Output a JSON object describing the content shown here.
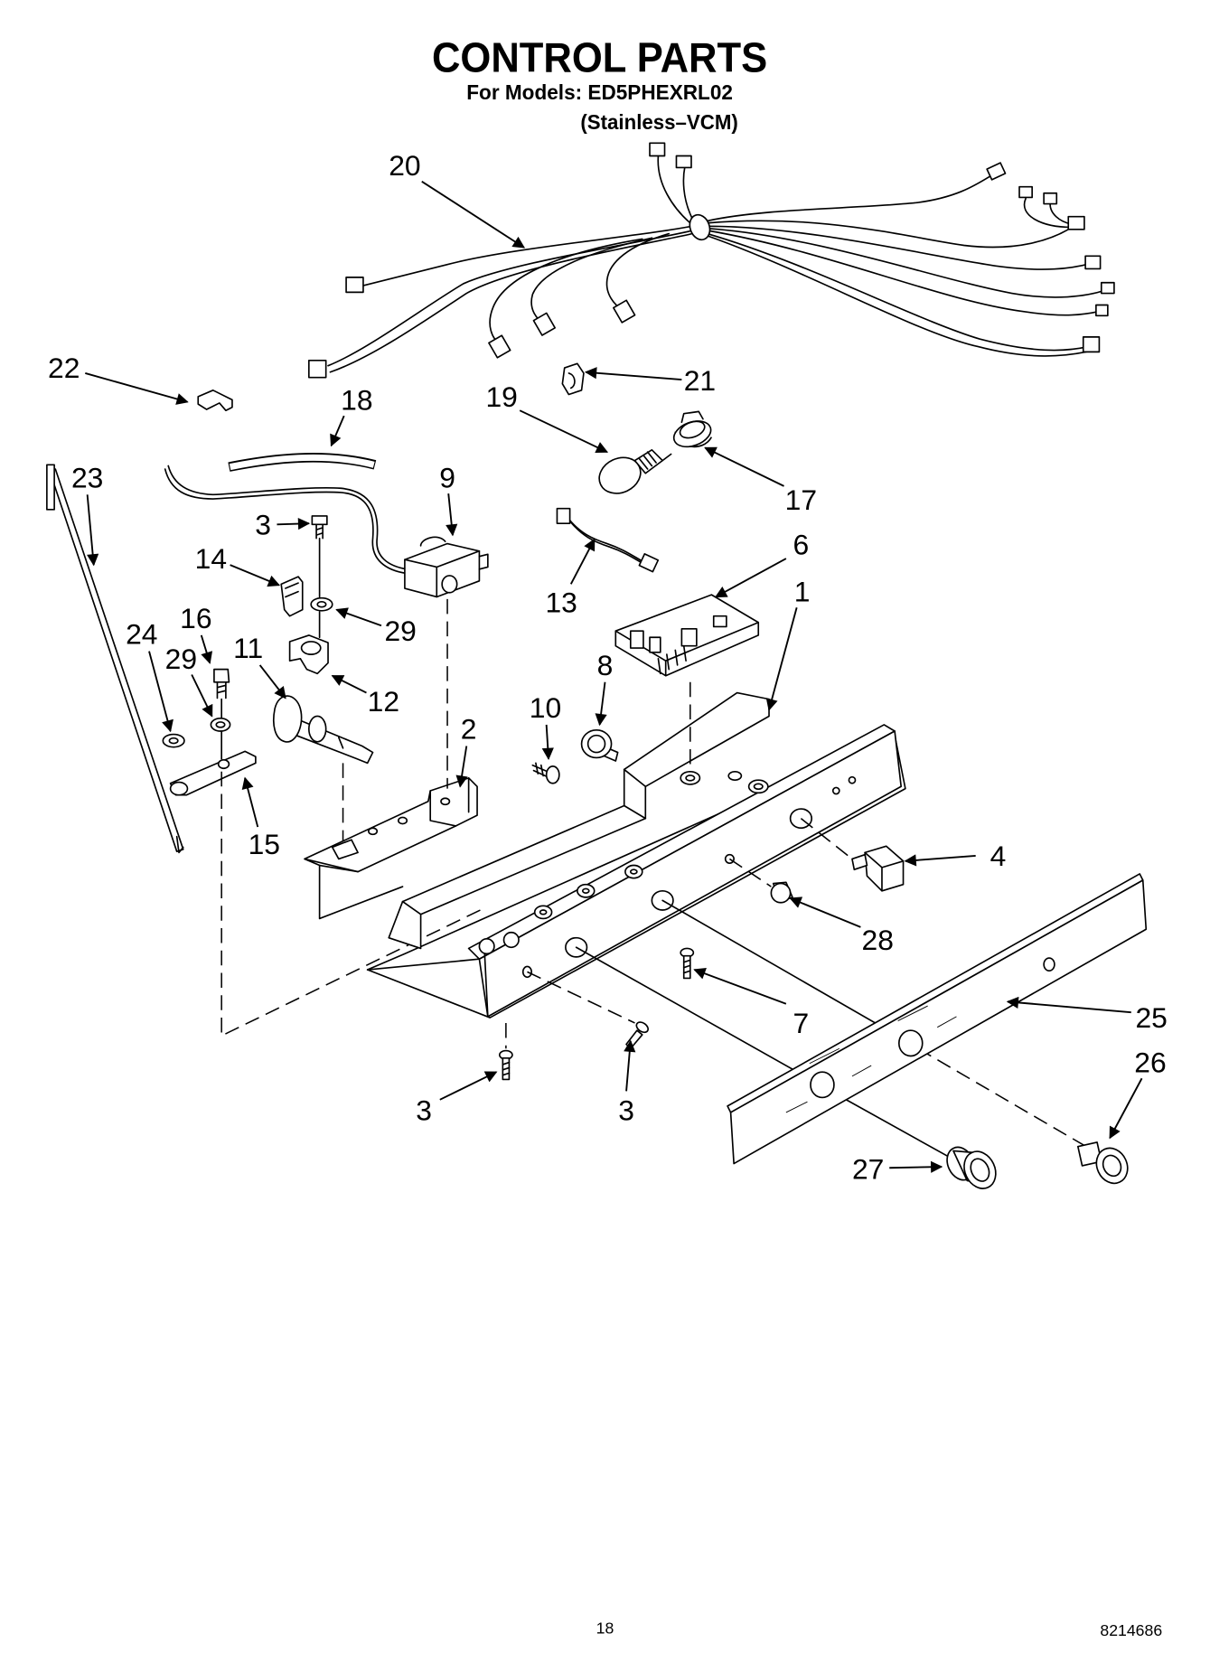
{
  "header": {
    "title": "CONTROL PARTS",
    "models_line": "For Models: ED5PHEXRL02",
    "variant_line": "(Stainless–VCM)"
  },
  "callouts": [
    "20",
    "22",
    "21",
    "18",
    "19",
    "17",
    "23",
    "9",
    "3",
    "14",
    "6",
    "13",
    "1",
    "29",
    "16",
    "24",
    "29",
    "11",
    "8",
    "12",
    "10",
    "2",
    "15",
    "4",
    "28",
    "7",
    "25",
    "26",
    "3",
    "3",
    "27"
  ],
  "footer": {
    "page_number": "18",
    "document_number": "8214686"
  }
}
